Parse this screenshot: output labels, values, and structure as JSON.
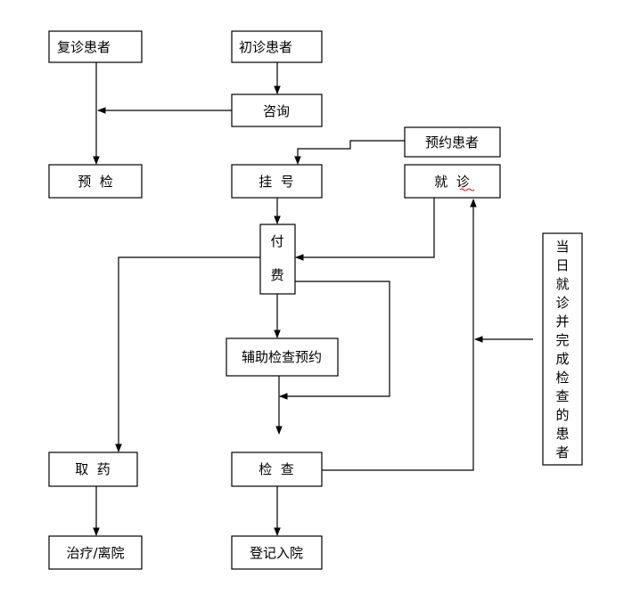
{
  "nodes": {
    "followup_patient": "复诊患者",
    "first_visit_patient": "初诊患者",
    "consult": "咨询",
    "appointment_patient": "预约患者",
    "precheck": "预  检",
    "register": "挂  号",
    "consultation": "就  诊",
    "payment": [
      "付",
      "费"
    ],
    "same_day_patient": [
      "当",
      "日",
      "就",
      "诊",
      "并",
      "完",
      "成",
      "检",
      "查",
      "的",
      "患",
      "者"
    ],
    "aux_exam_booking": "辅助检查预约",
    "pick_up_medicine": "取  药",
    "examination": "检  查",
    "treatment_discharge": "治疗/离院",
    "admission_registration": "登记入院"
  },
  "colors": {
    "stroke": "#000000",
    "fill": "#ffffff",
    "spellcheck": "#ff0000"
  }
}
